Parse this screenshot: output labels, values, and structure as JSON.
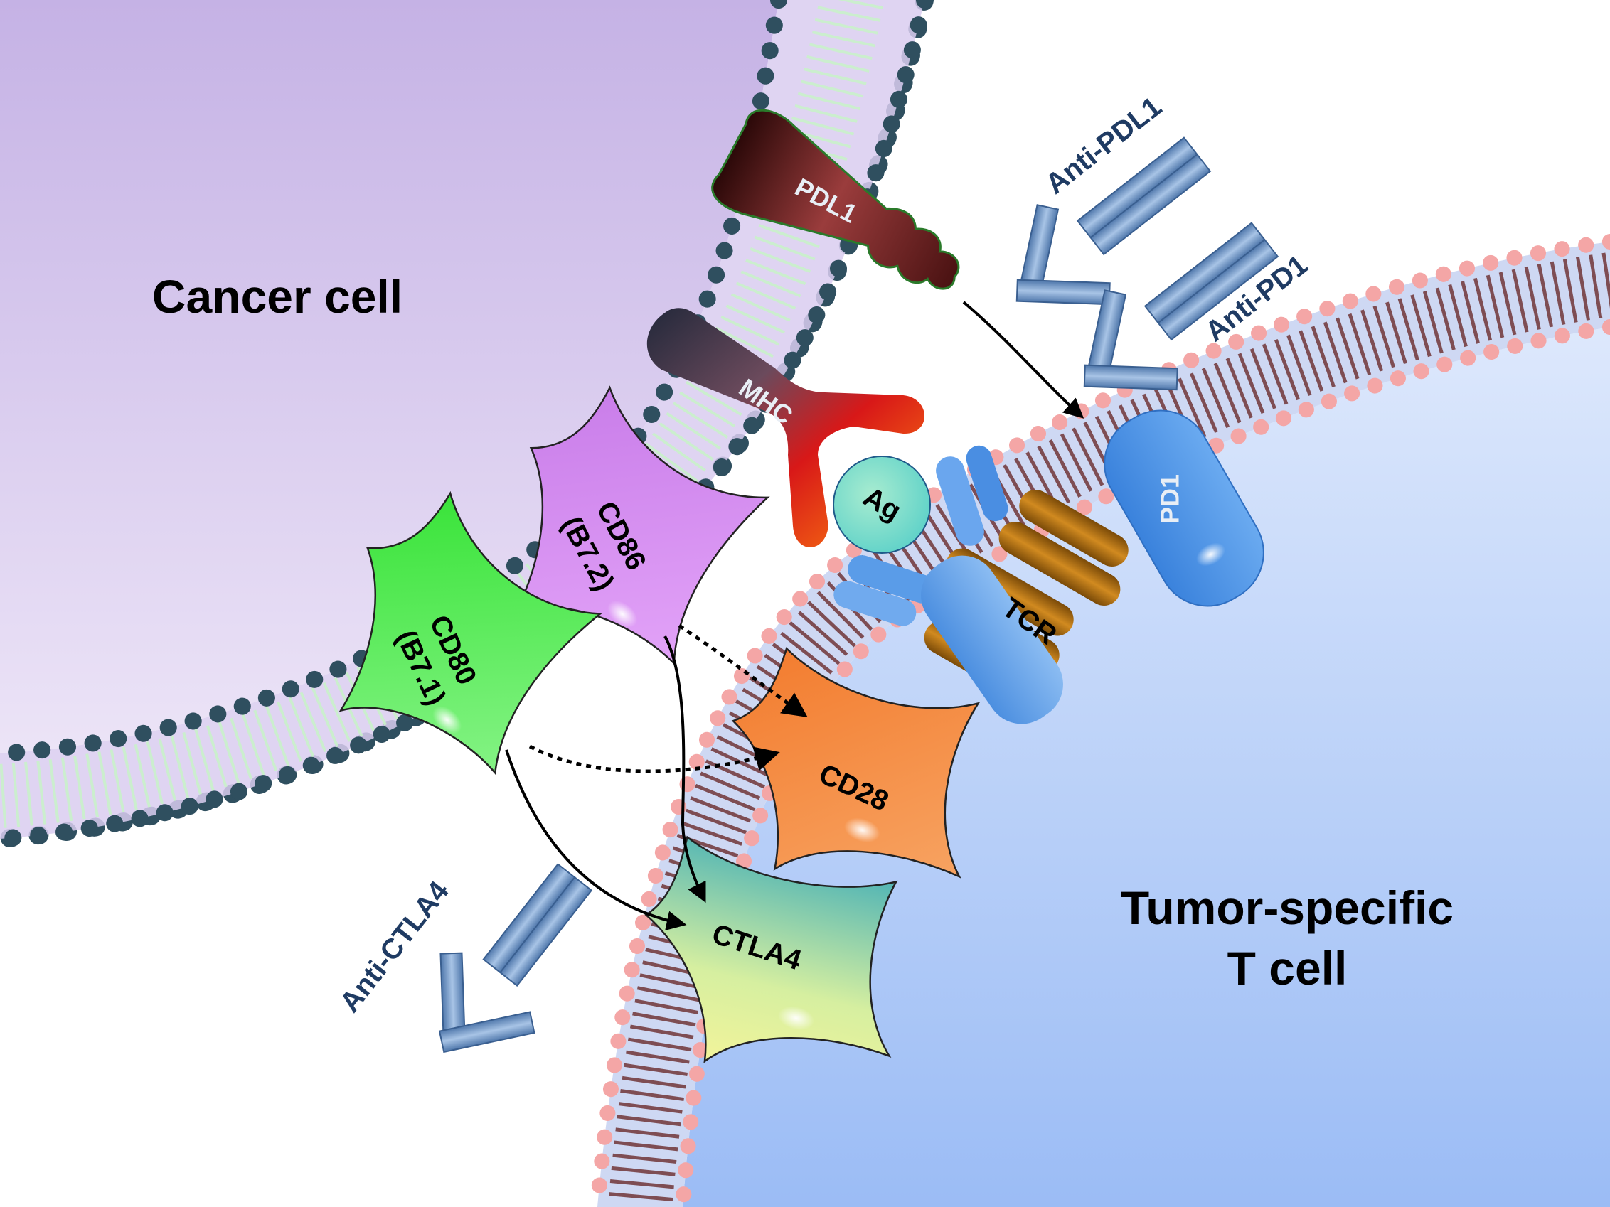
{
  "cells": {
    "cancer": {
      "label": "Cancer cell"
    },
    "tcell": {
      "label_line1": "Tumor-specific",
      "label_line2": "T cell"
    }
  },
  "molecules": {
    "pdl1": "PDL1",
    "mhc": "MHC",
    "ag": "Ag",
    "cd86_line1": "CD86",
    "cd86_line2": "(B7.2)",
    "cd80_line1": "CD80",
    "cd80_line2": "(B7.1)",
    "tcr": "TCR",
    "pd1": "PD1",
    "cd28": "CD28",
    "ctla4": "CTLA4"
  },
  "antibodies": {
    "anti_pdl1": "Anti-PDL1",
    "anti_pd1": "Anti-PD1",
    "anti_ctla4": "Anti-CTLA4"
  },
  "interactions": [
    {
      "from": "PDL1",
      "to": "PD1",
      "style": "solid"
    },
    {
      "from": "CD86",
      "to": "CD28",
      "style": "dotted"
    },
    {
      "from": "CD80",
      "to": "CD28",
      "style": "dotted"
    },
    {
      "from": "CD86",
      "to": "CTLA4",
      "style": "solid"
    },
    {
      "from": "CD80",
      "to": "CTLA4",
      "style": "solid"
    }
  ],
  "colors": {
    "cancer_fill": "#d6c8ee",
    "tcell_fill": "#b8cdf8",
    "cancer_membrane_head": "#2f4f5f",
    "tcell_membrane_head": "#f4a6a6",
    "cd86": "#d98af2",
    "cd80": "#66ee66",
    "cd28": "#f59a50",
    "ctla4": "#b8e3b6",
    "pd1": "#4d94e8",
    "antibody": "#5a82b8"
  }
}
